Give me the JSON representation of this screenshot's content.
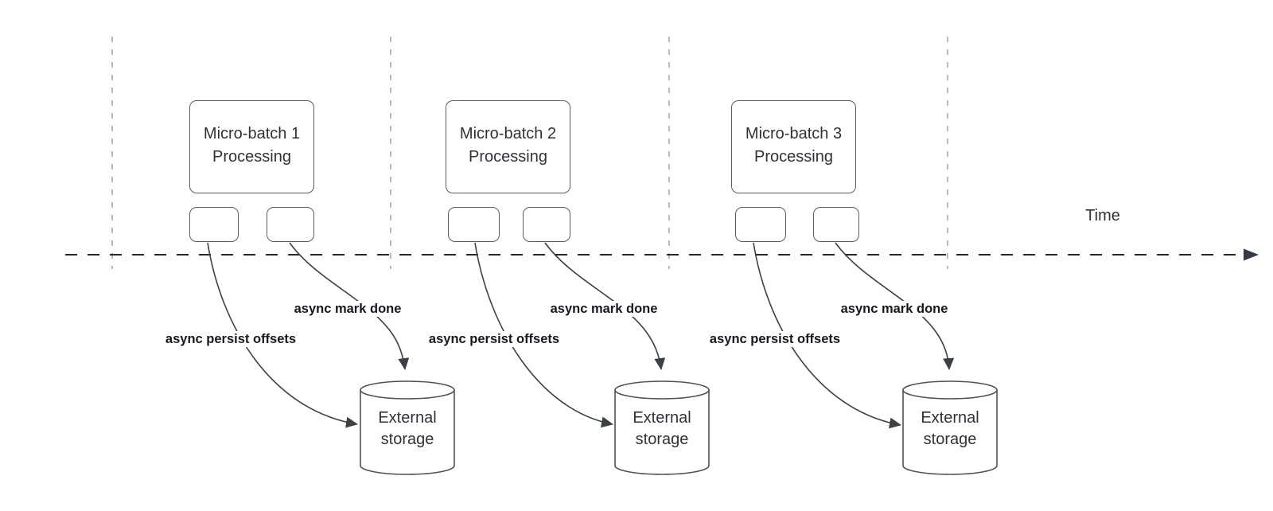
{
  "diagram": {
    "time_axis": {
      "label": "Time"
    },
    "colors": {
      "background": "#ffffff",
      "shape_stroke": "#595d63",
      "arrow_stroke": "#3c4148",
      "axis_stroke": "#25292e",
      "gridline_stroke": "#a8a8a8",
      "shape_text": "#2f3337",
      "flow_label_text": "#16181d"
    },
    "groups": [
      {
        "batch_line1": "Micro-batch 1",
        "batch_line2": "Processing",
        "persist_label": "async persist offsets",
        "mark_done_label": "async mark done",
        "storage_line1": "External",
        "storage_line2": "storage"
      },
      {
        "batch_line1": "Micro-batch 2",
        "batch_line2": "Processing",
        "persist_label": "async persist offsets",
        "mark_done_label": "async mark done",
        "storage_line1": "External",
        "storage_line2": "storage"
      },
      {
        "batch_line1": "Micro-batch 3",
        "batch_line2": "Processing",
        "persist_label": "async persist offsets",
        "mark_done_label": "async mark done",
        "storage_line1": "External",
        "storage_line2": "storage"
      }
    ]
  }
}
